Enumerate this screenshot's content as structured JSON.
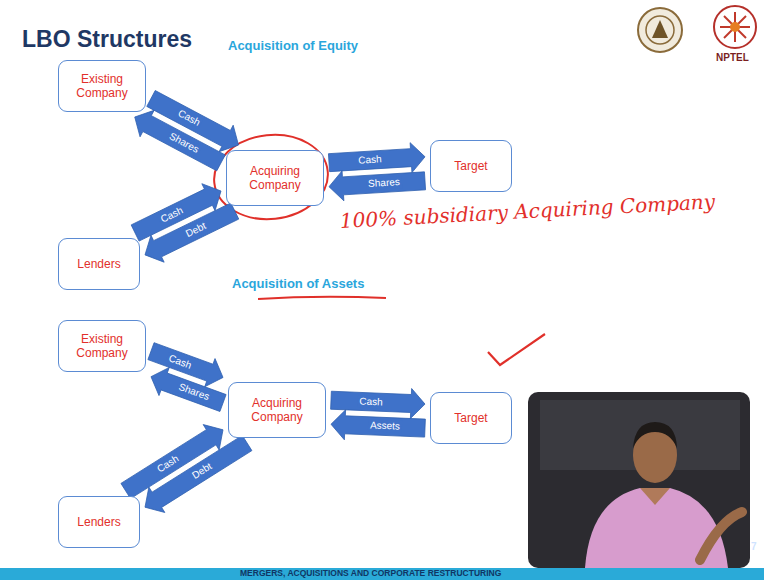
{
  "diagram": {
    "title": "LBO Structures",
    "nodes": [
      {
        "text": [
          "Existing Company"
        ]
      },
      {
        "text": [
          "Acquiring Company"
        ]
      },
      {
        "text": [
          "Target"
        ]
      },
      {
        "text": [
          "Lenders"
        ]
      },
      {
        "text": [
          "Existing Company"
        ]
      },
      {
        "text": [
          "Acquiring Company"
        ]
      },
      {
        "text": [
          "Target"
        ]
      },
      {
        "text": [
          "Lenders"
        ]
      }
    ],
    "edges": [
      {
        "from": 0,
        "to": 1,
        "label": "Cash",
        "arrow": "to"
      },
      {
        "from": 1,
        "to": 0,
        "label": "Shares",
        "arrow": "to"
      },
      {
        "from": 3,
        "to": 1,
        "label": "Cash",
        "arrow": "to"
      },
      {
        "from": 1,
        "to": 3,
        "label": "Debt",
        "arrow": "to"
      },
      {
        "from": 1,
        "to": 2,
        "label": "Cash",
        "arrow": "to"
      },
      {
        "from": 2,
        "to": 1,
        "label": "Shares",
        "arrow": "to"
      },
      {
        "from": 4,
        "to": 5,
        "label": "Cash",
        "arrow": "to"
      },
      {
        "from": 5,
        "to": 4,
        "label": "Shares",
        "arrow": "to"
      },
      {
        "from": 7,
        "to": 5,
        "label": "Cash",
        "arrow": "to"
      },
      {
        "from": 5,
        "to": 7,
        "label": "Debt",
        "arrow": "to"
      },
      {
        "from": 5,
        "to": 6,
        "label": "Cash",
        "arrow": "to"
      },
      {
        "from": 6,
        "to": 5,
        "label": "Assets",
        "arrow": "to"
      }
    ],
    "labels": [
      "NPTEL",
      "Acquisition of Equity",
      "100% subsidiary Acquiring Company",
      "Acquisition of Assets",
      "7",
      "MERGERS, ACQUISITIONS AND CORPORATE RESTRUCTURING"
    ]
  }
}
